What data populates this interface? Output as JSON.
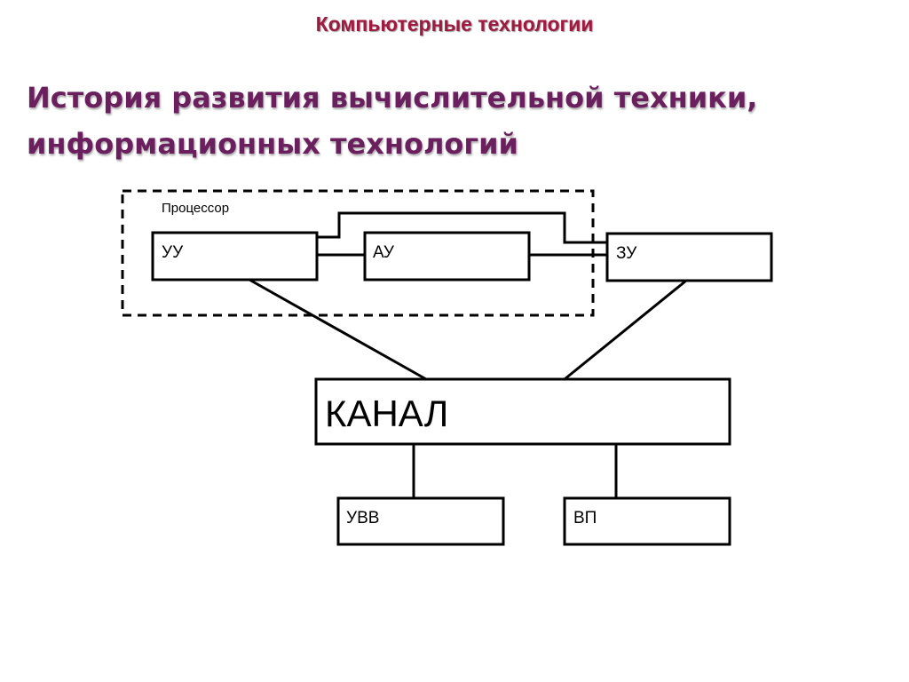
{
  "header": {
    "title": "Компьютерные технологии"
  },
  "slide": {
    "title_line1": "История развития вычислительной техники,",
    "title_line2": "информационных технологий"
  },
  "diagram": {
    "processor_label": "Процессор",
    "nodes": {
      "uu": "УУ",
      "au": "АУ",
      "zu": "ЗУ",
      "kanal": "КАНАЛ",
      "uvv": "УВВ",
      "vp": "ВП"
    }
  },
  "colors": {
    "header_text": "#a0193f",
    "title_text": "#6b1f5e",
    "diagram_stroke": "#000000"
  }
}
